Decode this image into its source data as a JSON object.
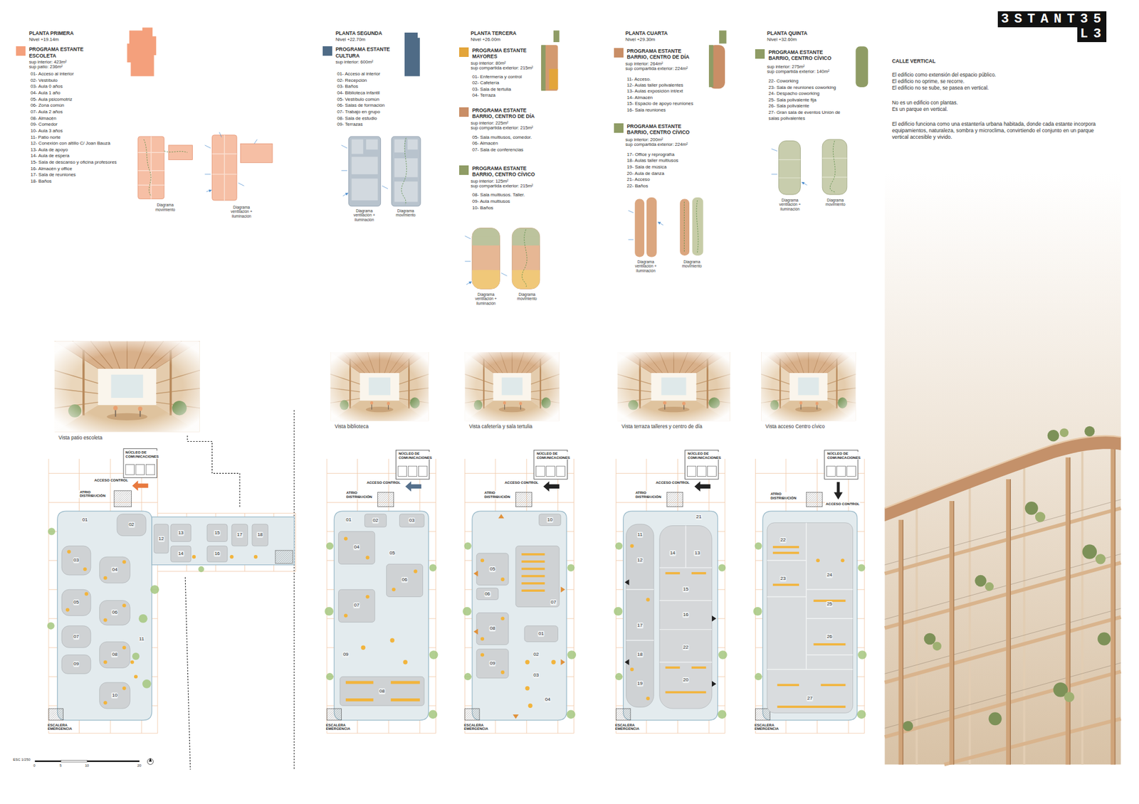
{
  "diagram": {
    "title": "3STANT35 L3",
    "nodes": [
      {
        "text": [
          "Diagrama movimiento"
        ]
      },
      {
        "text": [
          "Diagrama ventilación + iluminación"
        ]
      },
      {
        "text": [
          "Diagrama ventilación + iluminación"
        ]
      },
      {
        "text": [
          "Diagrama movimiento"
        ]
      },
      {
        "text": [
          "Diagrama ventilación + iluminación"
        ]
      },
      {
        "text": [
          "Diagrama movimiento"
        ]
      },
      {
        "text": [
          "Diagrama ventilación + iluminación"
        ]
      },
      {
        "text": [
          "Diagrama movimiento"
        ]
      },
      {
        "text": [
          "Diagrama ventilación + iluminación"
        ]
      },
      {
        "text": [
          "Diagrama movimiento"
        ]
      },
      {
        "text": [
          "Vista patio escoleta"
        ]
      },
      {
        "text": [
          "Vista biblioteca"
        ]
      },
      {
        "text": [
          "Vista cafetería y sala tertulia"
        ]
      },
      {
        "text": [
          "Vista terraza talleres y centro de día"
        ]
      },
      {
        "text": [
          "Vista acceso Centro cívico"
        ]
      },
      {
        "text": [
          "NÚCLEO DE COMUNICACIONES",
          "ACCESO CONTROL",
          "ATRIO DISTRIBUCIÓN",
          "01",
          "02",
          "03",
          "04",
          "05",
          "06",
          "07",
          "08",
          "09",
          "10",
          "11",
          "12",
          "13",
          "14",
          "15",
          "16",
          "17",
          "18",
          "ESCALERA EMERGENCIA"
        ]
      },
      {
        "text": [
          "NÚCLEO DE COMUNICACIONES",
          "ACCESO CONTROL",
          "ATRIO DISTRIBUCIÓN",
          "01",
          "02",
          "03",
          "04",
          "05",
          "06",
          "07",
          "08",
          "09",
          "ESCALERA EMERGENCIA"
        ]
      },
      {
        "text": [
          "NÚCLEO DE COMUNICACIONES",
          "ACCESO CONTROL",
          "ATRIO DISTRIBUCIÓN",
          "01",
          "02",
          "03",
          "04",
          "05",
          "06",
          "07",
          "08",
          "09",
          "10",
          "ESCALERA EMERGENCIA"
        ]
      },
      {
        "text": [
          "NÚCLEO DE COMUNICACIONES",
          "ACCESO CONTROL",
          "ATRIO DISTRIBUCIÓN",
          "11",
          "12",
          "13",
          "14",
          "15",
          "16",
          "17",
          "18",
          "19",
          "20",
          "21",
          "22",
          "ESCALERA EMERGENCIA"
        ]
      },
      {
        "text": [
          "NÚCLEO DE COMUNICACIONES",
          "ATRIO DISTRIBUCIÓN",
          "ACCESO CONTROL",
          "22",
          "23",
          "24",
          "25",
          "26",
          "27",
          "ESCALERA EMERGENCIA"
        ]
      }
    ],
    "labels": [
      "PLANTA PRIMERA",
      "Nivel +19.14m",
      "sup interior: 423m²",
      "sup patio: 236m²",
      "01- Acceso al interior",
      "02- Vestíbulo",
      "03- Aula 0 años",
      "04- Aula 1 año",
      "05- Aula psicomotriz",
      "06- Zona común",
      "07- Aula 2 años",
      "08- Almacén",
      "09- Comedor",
      "10- Aula 3 años",
      "11- Patio norte",
      "12- Conexión con altillo C/ Joan Bauzà",
      "13- Aula de apoyo",
      "14- Aula de espera",
      "15- Sala de descanso y oficina profesores",
      "16- Almacén y office",
      "17- Sala de reuniones",
      "18- Baños",
      "PLANTA SEGUNDA",
      "Nivel +22.70m",
      "sup interior: 600m²",
      "01- Acceso al interior",
      "02- Recepción",
      "03- Baños",
      "04- Biblioteca infantil",
      "05- Vestíbulo común",
      "06- Salas de formación",
      "07- Trabajo en grupo",
      "08- Sala de estudio",
      "09- Terrazas",
      "PLANTA TERCERA",
      "Nivel +26.00m",
      "sup interior: 80m²",
      "sup compartida exterior: 215m²",
      "01- Enfermería y control",
      "02- Cafetería",
      "03- Sala de tertulia",
      "04- Terraza",
      "sup interior: 225m²",
      "sup compartida exterior: 215m²",
      "05- Sala multiusos, comedor.",
      "06- Almacén",
      "07- Sala de conferencias",
      "sup interior: 125m²",
      "sup compartida exterior: 215m²",
      "08- Sala multiusos. Taller.",
      "09- Aula multiusos",
      "10- Baños",
      "PLANTA CUARTA",
      "Nivel +29.30m",
      "sup interior: 264m²",
      "sup compartida exterior: 224m²",
      "11- Acceso.",
      "12- Aulas taller polivalentes",
      "13- Aulas exposición int/ext",
      "14- Almacén",
      "15- Espacio de apoyo reuniones",
      "16- Sala reuniones",
      "sup interior: 200m²",
      "sup compartida exterior: 224m²",
      "17- Office y reprografía",
      "18- Aulas taller multiusos",
      "19- Sala de música",
      "20- Aula de danza",
      "21- Acceso",
      "22- Baños",
      "PLANTA QUINTA",
      "Nivel +32.60m",
      "sup interior: 275m²",
      "sup compartida exterior: 140m²",
      "22- Coworking",
      "23- Sala de reuniones coworking",
      "24- Despacho coworking",
      "25- Sala polivalente fija",
      "26- Sala polivalente",
      "27- Gran sala de eventos Unión de salas polivalentes",
      "CALLE VERTICAL",
      "El edificio como extensión del espacio público.",
      "El edificio no oprime, se recorre.",
      "El edificio no se sube, se pasea en vertical.",
      "No es un edificio con plantas.",
      "Es un parque en vertical.",
      "El edificio funciona como una estantería urbana habitada, donde cada estante incorpora equipamientos, naturaleza, sombra y microclima, convirtiendo el conjunto en un parque vertical accesible y vivido.",
      "ESC 1/250",
      "0",
      "5",
      "10",
      "20"
    ],
    "legend": [
      {
        "text": "PROGRAMA ESTANTE ESCOLETA",
        "color": "#f4a07c"
      },
      {
        "text": "PROGRAMA ESTANTE CULTURA",
        "color": "#4f6b86"
      },
      {
        "text": "PROGRAMA ESTANTE MAYORES",
        "color": "#e3a53a"
      },
      {
        "text": "PROGRAMA ESTANTE BARRIO, CENTRO DE DÍA",
        "color": "#c98e66"
      },
      {
        "text": "PROGRAMA ESTANTE BARRIO, CENTRO CÍVICO",
        "color": "#8f9c65"
      },
      {
        "text": "PROGRAMA ESTANTE BARRIO, CENTRO DE DÍA",
        "color": "#c98e66"
      },
      {
        "text": "PROGRAMA ESTANTE BARRIO, CENTRO CÍVICO",
        "color": "#8f9c65"
      },
      {
        "text": "PROGRAMA ESTANTE BARRIO, CENTRO CÍVICO",
        "color": "#8f9c65"
      }
    ]
  }
}
